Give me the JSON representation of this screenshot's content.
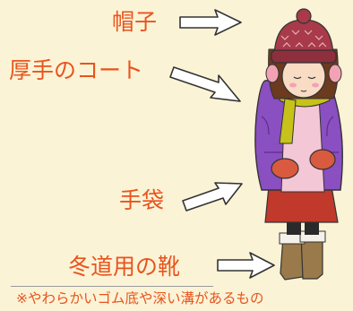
{
  "labels": {
    "hat": "帽子",
    "coat": "厚手のコート",
    "gloves": "手袋",
    "boots": "冬道用の靴"
  },
  "note": "※やわらかいゴム底や深い溝があるもの",
  "colors": {
    "background": "#fbf3d6",
    "label_text": "#e8541e",
    "hat": "#a83a4a",
    "coat": "#8a4fc0",
    "scarf": "#c7c21a",
    "sweater": "#f4c7d6",
    "skirt": "#c0392b",
    "gloves": "#d95a3f",
    "boots": "#9a7a4a",
    "earmuffs": "#f2a3b3"
  },
  "icons": [
    "arrow-right-icon"
  ]
}
